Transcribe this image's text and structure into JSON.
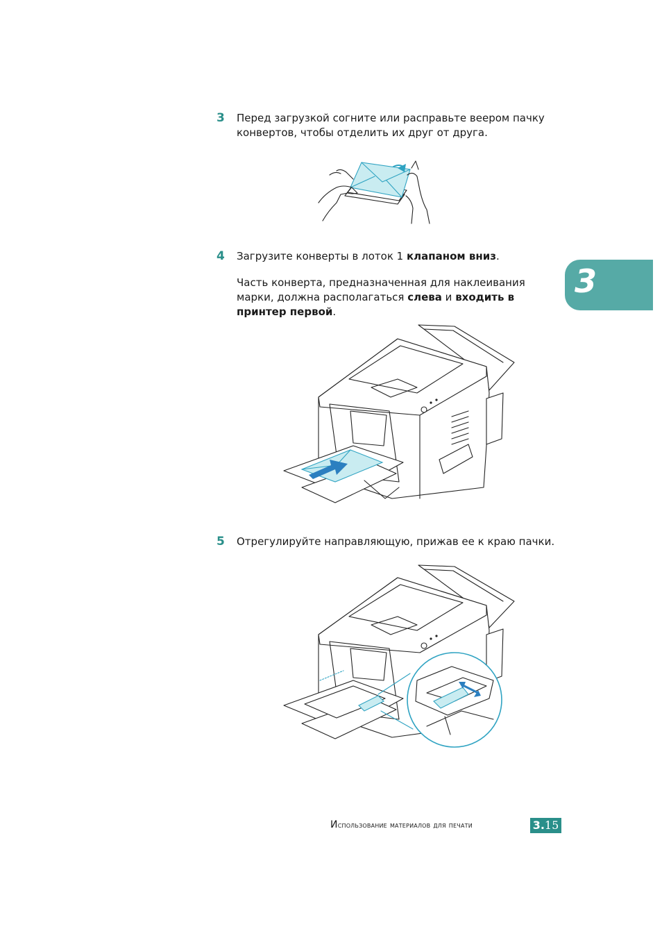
{
  "chapter_tab": {
    "number": "3"
  },
  "steps": [
    {
      "number": "3",
      "text": [
        "Перед загрузкой согните или расправьте веером пачку",
        "конвертов, чтобы отделить их друг от друга."
      ]
    },
    {
      "number": "4",
      "text_before": "Загрузите конверты в лоток 1 ",
      "text_bold": "клапаном вниз",
      "text_after": "."
    },
    {
      "number": "5",
      "text": "Отрегулируйте направляющую, прижав ее к краю пачки."
    }
  ],
  "note": {
    "line1": "Часть конверта, предназначенная для наклеивания",
    "line2_start": "марки, должна располагаться ",
    "bold1": "слева",
    "mid": " и ",
    "bold2": "входить в",
    "bold3": "принтер первой",
    "end": "."
  },
  "footer": {
    "title_cap": "И",
    "title_rest": "спользование материалов для печати",
    "page_chapter": "3.",
    "page_num": "15"
  }
}
